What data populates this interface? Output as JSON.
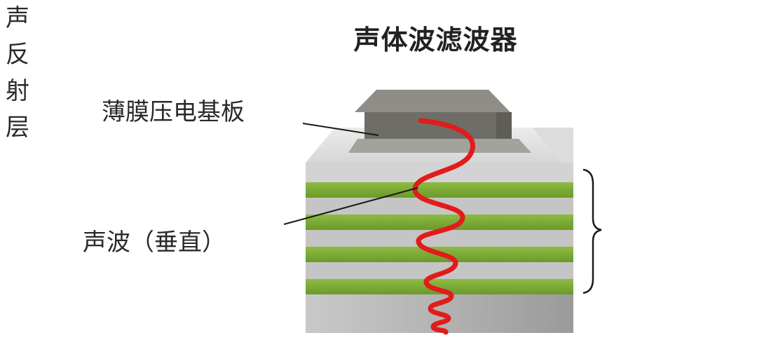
{
  "title": "声体波滤波器",
  "labels": {
    "substrate": "薄膜压电基板",
    "wave": "声波（垂直）",
    "reflector_chars": [
      "声",
      "反",
      "射",
      "层"
    ]
  },
  "colors": {
    "green_layer": "#7dab36",
    "gray_layer": "#bcbcbc",
    "wave": "#e21b1b",
    "substrate_top": "#8a8a84",
    "substrate_front": "#6e6c66"
  }
}
